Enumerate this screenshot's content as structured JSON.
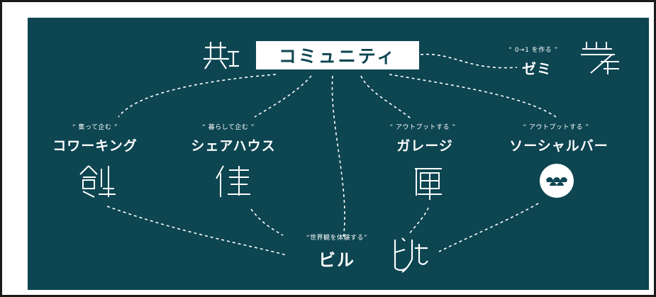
{
  "colors": {
    "background": "#0d4551",
    "text": "#ffffff",
    "frame": "#1a1a1a"
  },
  "community": {
    "title": "コミュニティ",
    "logo": "kanji-kyo-logo-icon"
  },
  "zemi": {
    "subtitle": "“ 0→1 を作る ”",
    "title": "ゼミ",
    "logo": "zemi-logo-icon"
  },
  "coworking": {
    "subtitle": "“ 集って企む ”",
    "title": "コワーキング",
    "logo": "kanji-so-logo-icon"
  },
  "sharehouse": {
    "subtitle": "“ 暮らして企む ”",
    "title": "シェアハウス",
    "logo": "kanji-ju-logo-icon"
  },
  "garage": {
    "subtitle": "“ アウトプットする ”",
    "title": "ガレージ",
    "logo": "kanji-ko-logo-icon"
  },
  "socialbar": {
    "subtitle": "“ アウトプットする ”",
    "title": "ソーシャルバー",
    "logo": "wave-circle-logo-icon"
  },
  "building": {
    "subtitle": "“世界観を体験する”",
    "title": "ビル",
    "logo": "biru-logo-icon"
  }
}
